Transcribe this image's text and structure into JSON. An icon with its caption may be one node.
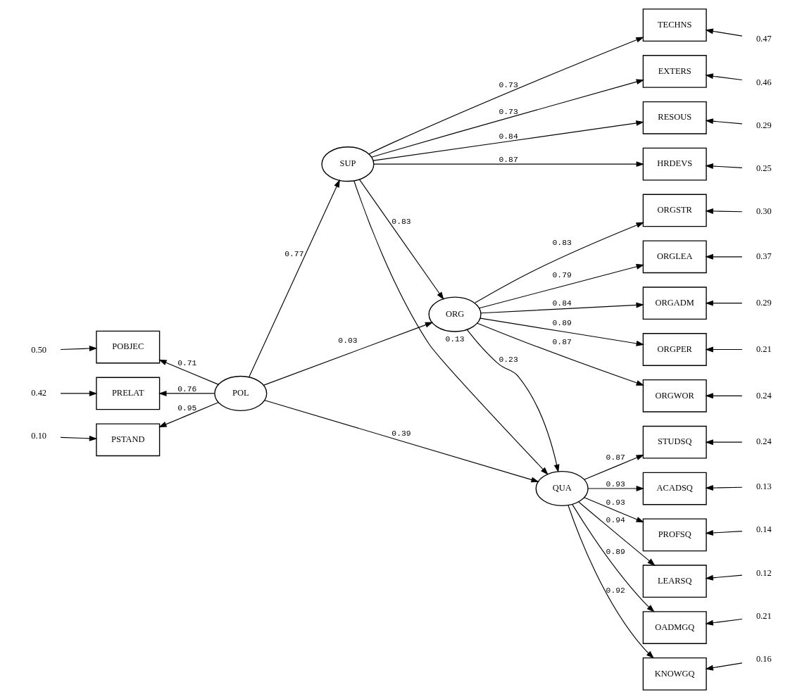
{
  "diagram": {
    "nodes": [
      {
        "text": [
          "0.50"
        ]
      },
      {
        "text": [
          "0.42"
        ]
      },
      {
        "text": [
          "0.10"
        ]
      },
      {
        "text": [
          "POBJEC"
        ]
      },
      {
        "text": [
          "PRELAT"
        ]
      },
      {
        "text": [
          "PSTAND"
        ]
      },
      {
        "text": [
          "POL"
        ]
      },
      {
        "text": [
          "SUP"
        ]
      },
      {
        "text": [
          "ORG"
        ]
      },
      {
        "text": [
          "QUA"
        ]
      },
      {
        "text": [
          "TECHNS"
        ]
      },
      {
        "text": [
          "EXTERS"
        ]
      },
      {
        "text": [
          "RESOUS"
        ]
      },
      {
        "text": [
          "HRDEVS"
        ]
      },
      {
        "text": [
          "ORGSTR"
        ]
      },
      {
        "text": [
          "ORGLEA"
        ]
      },
      {
        "text": [
          "ORGADM"
        ]
      },
      {
        "text": [
          "ORGPER"
        ]
      },
      {
        "text": [
          "ORGWOR"
        ]
      },
      {
        "text": [
          "STUDSQ"
        ]
      },
      {
        "text": [
          "ACADSQ"
        ]
      },
      {
        "text": [
          "PROFSQ"
        ]
      },
      {
        "text": [
          "LEARSQ"
        ]
      },
      {
        "text": [
          "OADMGQ"
        ]
      },
      {
        "text": [
          "KNOWGQ"
        ]
      },
      {
        "text": [
          "0.47"
        ]
      },
      {
        "text": [
          "0.46"
        ]
      },
      {
        "text": [
          "0.29"
        ]
      },
      {
        "text": [
          "0.25"
        ]
      },
      {
        "text": [
          "0.30"
        ]
      },
      {
        "text": [
          "0.37"
        ]
      },
      {
        "text": [
          "0.29"
        ]
      },
      {
        "text": [
          "0.21"
        ]
      },
      {
        "text": [
          "0.24"
        ]
      },
      {
        "text": [
          "0.24"
        ]
      },
      {
        "text": [
          "0.13"
        ]
      },
      {
        "text": [
          "0.14"
        ]
      },
      {
        "text": [
          "0.12"
        ]
      },
      {
        "text": [
          "0.21"
        ]
      },
      {
        "text": [
          "0.16"
        ]
      }
    ],
    "edges": [
      {
        "from": 0,
        "to": 3,
        "arrow": "to"
      },
      {
        "from": 1,
        "to": 4,
        "arrow": "to"
      },
      {
        "from": 2,
        "to": 5,
        "arrow": "to"
      },
      {
        "from": 6,
        "to": 3,
        "arrow": "to",
        "label": "0.71"
      },
      {
        "from": 6,
        "to": 4,
        "arrow": "to",
        "label": "0.76"
      },
      {
        "from": 6,
        "to": 5,
        "arrow": "to",
        "label": "0.95"
      },
      {
        "from": 6,
        "to": 7,
        "arrow": "to",
        "label": "0.77"
      },
      {
        "from": 6,
        "to": 8,
        "arrow": "to",
        "label": "0.03"
      },
      {
        "from": 6,
        "to": 9,
        "arrow": "to",
        "label": "0.39"
      },
      {
        "from": 7,
        "to": 8,
        "arrow": "to",
        "label": "0.83"
      },
      {
        "from": 7,
        "to": 9,
        "arrow": "to",
        "label": "0.13"
      },
      {
        "from": 8,
        "to": 9,
        "arrow": "to",
        "label": "0.23"
      },
      {
        "from": 7,
        "to": 10,
        "arrow": "to",
        "label": "0.73"
      },
      {
        "from": 7,
        "to": 11,
        "arrow": "to",
        "label": "0.73"
      },
      {
        "from": 7,
        "to": 12,
        "arrow": "to",
        "label": "0.84"
      },
      {
        "from": 7,
        "to": 13,
        "arrow": "to",
        "label": "0.87"
      },
      {
        "from": 8,
        "to": 14,
        "arrow": "to",
        "label": "0.83"
      },
      {
        "from": 8,
        "to": 15,
        "arrow": "to",
        "label": "0.79"
      },
      {
        "from": 8,
        "to": 16,
        "arrow": "to",
        "label": "0.84"
      },
      {
        "from": 8,
        "to": 17,
        "arrow": "to",
        "label": "0.89"
      },
      {
        "from": 8,
        "to": 18,
        "arrow": "to",
        "label": "0.87"
      },
      {
        "from": 9,
        "to": 19,
        "arrow": "to",
        "label": "0.87"
      },
      {
        "from": 9,
        "to": 20,
        "arrow": "to",
        "label": "0.93"
      },
      {
        "from": 9,
        "to": 21,
        "arrow": "to",
        "label": "0.93"
      },
      {
        "from": 9,
        "to": 22,
        "arrow": "to",
        "label": "0.94"
      },
      {
        "from": 9,
        "to": 23,
        "arrow": "to",
        "label": "0.89"
      },
      {
        "from": 9,
        "to": 24,
        "arrow": "to",
        "label": "0.92"
      },
      {
        "from": 25,
        "to": 10,
        "arrow": "to"
      },
      {
        "from": 26,
        "to": 11,
        "arrow": "to"
      },
      {
        "from": 27,
        "to": 12,
        "arrow": "to"
      },
      {
        "from": 28,
        "to": 13,
        "arrow": "to"
      },
      {
        "from": 29,
        "to": 14,
        "arrow": "to"
      },
      {
        "from": 30,
        "to": 15,
        "arrow": "to"
      },
      {
        "from": 31,
        "to": 16,
        "arrow": "to"
      },
      {
        "from": 32,
        "to": 17,
        "arrow": "to"
      },
      {
        "from": 33,
        "to": 18,
        "arrow": "to"
      },
      {
        "from": 34,
        "to": 19,
        "arrow": "to"
      },
      {
        "from": 35,
        "to": 20,
        "arrow": "to"
      },
      {
        "from": 36,
        "to": 21,
        "arrow": "to"
      },
      {
        "from": 37,
        "to": 22,
        "arrow": "to"
      },
      {
        "from": 38,
        "to": 23,
        "arrow": "to"
      },
      {
        "from": 39,
        "to": 24,
        "arrow": "to"
      }
    ]
  }
}
